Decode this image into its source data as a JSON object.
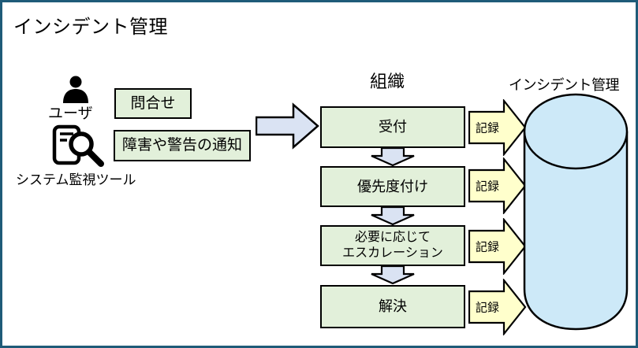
{
  "title": "インシデント管理",
  "colors": {
    "frame_border": "#1E5B78",
    "process_box_fill": "#E2F0DA",
    "flow_arrow_fill": "#DAE3F3",
    "record_arrow_fill": "#FFFFCC",
    "database_fill": "#CDE9F8",
    "outline": "#000000"
  },
  "sources": {
    "user": {
      "label": "ユーザ",
      "message": "問合せ"
    },
    "monitor": {
      "label": "システム監視ツール",
      "message": "障害や警告の通知"
    }
  },
  "organization": {
    "label": "組織",
    "steps": [
      {
        "label": "受付"
      },
      {
        "label": "優先度付け"
      },
      {
        "label": "必要に応じて\nエスカレーション"
      },
      {
        "label": "解決"
      }
    ]
  },
  "record": {
    "label": "記録"
  },
  "database": {
    "label": "インシデント管理"
  }
}
